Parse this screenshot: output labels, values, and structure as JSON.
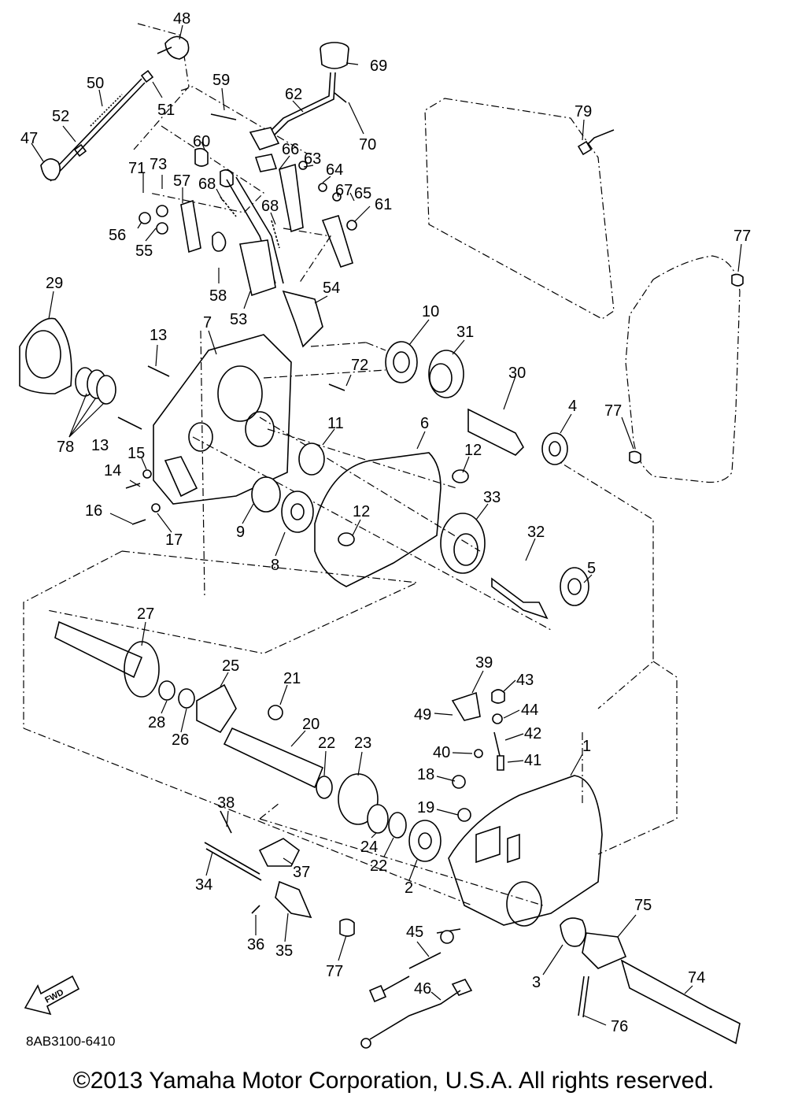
{
  "diagram": {
    "code": "8AB3100-6410",
    "fwd_label": "FWD",
    "copyright": "©2013 Yamaha Motor Corporation, U.S.A. All rights reserved."
  },
  "callouts": [
    "48",
    "69",
    "50",
    "59",
    "62",
    "51",
    "52",
    "79",
    "47",
    "60",
    "66",
    "63",
    "70",
    "71",
    "73",
    "57",
    "68",
    "64",
    "67",
    "65",
    "61",
    "56",
    "55",
    "68",
    "77",
    "58",
    "53",
    "54",
    "29",
    "13",
    "7",
    "10",
    "31",
    "72",
    "30",
    "4",
    "78",
    "13",
    "11",
    "6",
    "77",
    "15",
    "14",
    "12",
    "33",
    "16",
    "17",
    "9",
    "12",
    "8",
    "32",
    "5",
    "27",
    "39",
    "43",
    "21",
    "25",
    "49",
    "44",
    "28",
    "26",
    "20",
    "42",
    "22",
    "23",
    "40",
    "41",
    "18",
    "1",
    "38",
    "19",
    "24",
    "22",
    "37",
    "34",
    "2",
    "36",
    "35",
    "45",
    "75",
    "3",
    "74",
    "77",
    "46",
    "76"
  ]
}
